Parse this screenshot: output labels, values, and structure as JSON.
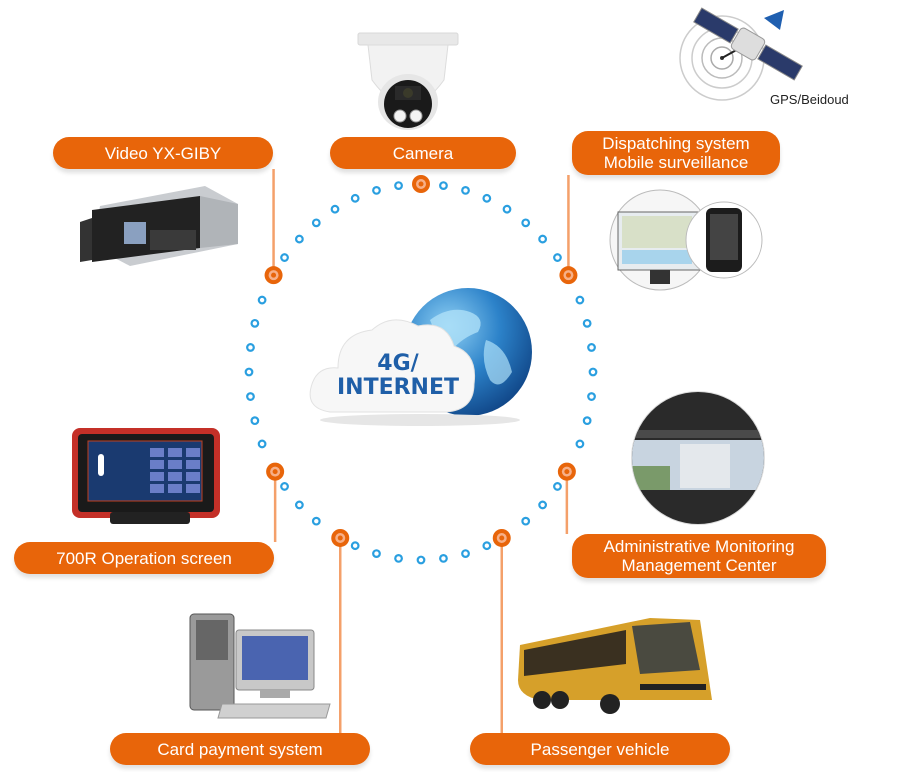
{
  "diagram": {
    "title": "4G/Internet vehicle monitoring system",
    "center": {
      "line1": "4G/",
      "line2": "INTERNET",
      "icon": "cloud-globe-icon"
    },
    "colors": {
      "accent": "#e8650a",
      "ring_dot": "#2a9fe0",
      "connector": "#f4a06a",
      "center_text": "#1f5fa8"
    },
    "gps": {
      "label": "GPS/Beidoud",
      "icon": "satellite-icon"
    },
    "nodes": [
      {
        "id": "video",
        "label": [
          "Video YX-GIBY"
        ],
        "icon": "dvr-recorder-icon"
      },
      {
        "id": "camera",
        "label": [
          "Camera"
        ],
        "icon": "dome-camera-icon"
      },
      {
        "id": "dispatch",
        "label": [
          "Dispatching system",
          "Mobile surveillance"
        ],
        "icon": "monitor-phone-icon"
      },
      {
        "id": "operation",
        "label": [
          "700R Operation screen"
        ],
        "icon": "touch-terminal-icon"
      },
      {
        "id": "admin",
        "label": [
          "Administrative Monitoring",
          "Management Center"
        ],
        "icon": "control-room-icon"
      },
      {
        "id": "card",
        "label": [
          "Card payment system"
        ],
        "icon": "desktop-computer-icon"
      },
      {
        "id": "vehicle",
        "label": [
          "Passenger vehicle"
        ],
        "icon": "bus-icon"
      }
    ]
  }
}
